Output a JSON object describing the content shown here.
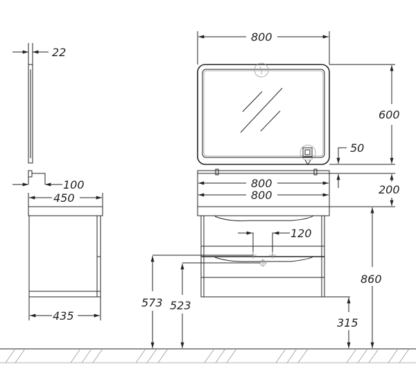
{
  "side_view": {
    "mirror_depth": "22",
    "shelf_depth": "100",
    "cabinet_top_depth": "450",
    "cabinet_base_depth": "435"
  },
  "front_view": {
    "mirror_width": "800",
    "mirror_height": "600",
    "mirror_shelf_gap": "50",
    "shelf_width": "800",
    "shelf_to_counter": "200",
    "counter_width": "800",
    "tap_spacing": "120",
    "water_inlet_height": "573",
    "drain_height": "523",
    "floor_clearance": "315",
    "counter_height": "860"
  },
  "colors": {
    "line": "#222222",
    "light": "#999999",
    "background": "#ffffff"
  }
}
